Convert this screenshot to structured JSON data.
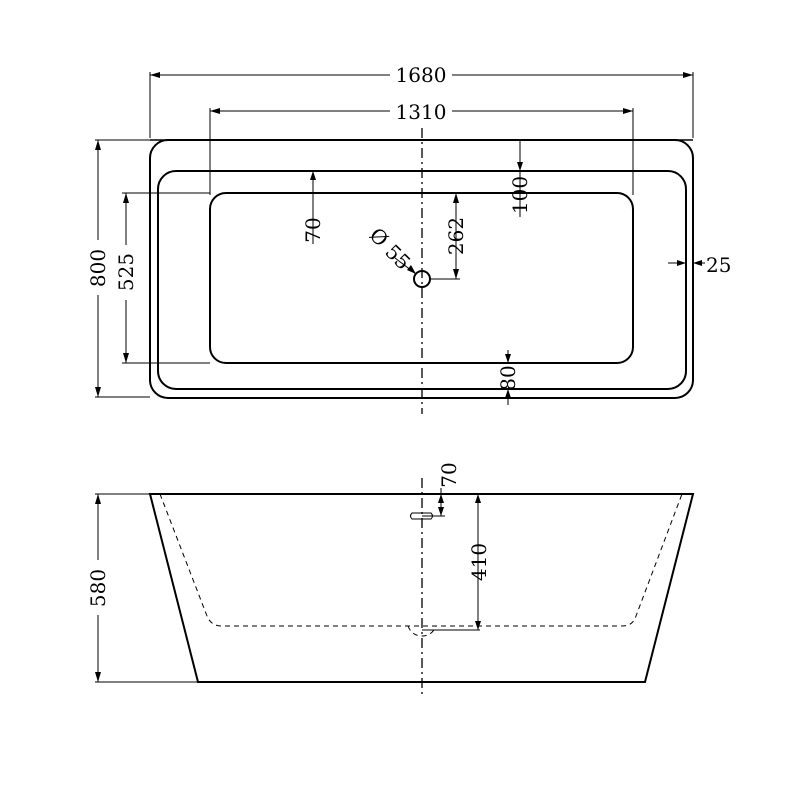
{
  "dimensions": {
    "overall_length": "1680",
    "inner_length": "1310",
    "overall_width": "800",
    "inner_width": "525",
    "rim_top": "100",
    "rim_side": "25",
    "rim_bottom": "80",
    "inner_offset": "70",
    "drain_offset": "262",
    "drain_diameter": "55",
    "overflow_top": "70",
    "overflow_height": "410",
    "height": "580"
  },
  "symbols": {
    "diameter": "Ø"
  }
}
